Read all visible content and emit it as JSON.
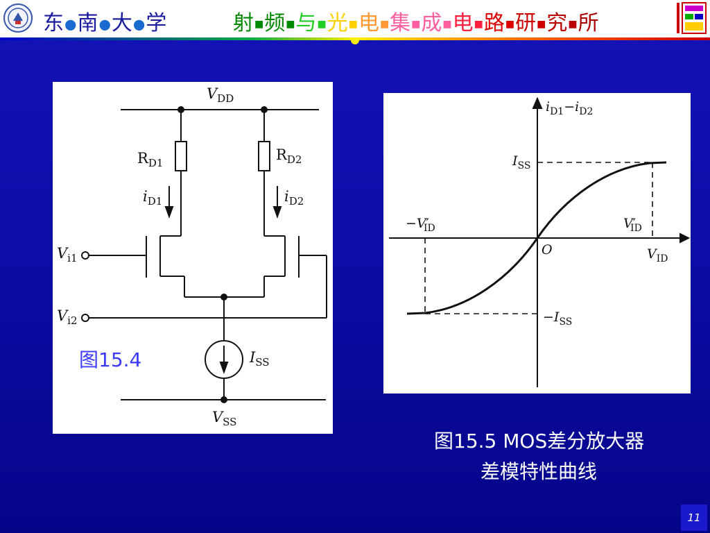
{
  "header": {
    "university_title": [
      "东",
      "南",
      "大",
      "学"
    ],
    "institute_title": [
      {
        "char": "射",
        "color": "#008800"
      },
      {
        "char": "频",
        "color": "#008800"
      },
      {
        "char": "与",
        "color": "#22cc22"
      },
      {
        "char": "光",
        "color": "#ffd000"
      },
      {
        "char": "电",
        "color": "#ff9933"
      },
      {
        "char": "集",
        "color": "#ff5fa0"
      },
      {
        "char": "成",
        "color": "#ff5fa0"
      },
      {
        "char": "电",
        "color": "#ff2040"
      },
      {
        "char": "路",
        "color": "#dd0000"
      },
      {
        "char": "研",
        "color": "#cc0000"
      },
      {
        "char": "究",
        "color": "#bb0000"
      },
      {
        "char": "所",
        "color": "#aa0000"
      }
    ],
    "logo_icon": "university-seal-icon",
    "corner_icon": "institute-logo-icon"
  },
  "circuit": {
    "vdd_label": "V",
    "vdd_sub": "DD",
    "rd1_label": "R",
    "rd1_sub": "D1",
    "rd2_label": "R",
    "rd2_sub": "D2",
    "id1_label": "i",
    "id1_sub": "D1",
    "id2_label": "i",
    "id2_sub": "D2",
    "vi1_label": "V",
    "vi1_sub": "i1",
    "vi2_label": "V",
    "vi2_sub": "i2",
    "iss_label": "I",
    "iss_sub": "SS",
    "vss_label": "V",
    "vss_sub": "SS"
  },
  "curve": {
    "y_axis_label": "i",
    "y_axis_sub1": "D1",
    "y_axis_minus": "−",
    "y_axis_label2": "i",
    "y_axis_sub2": "D2",
    "iss_pos_label": "I",
    "iss_pos_sub": "SS",
    "iss_neg_label": "−I",
    "iss_neg_sub": "SS",
    "vid_neg_label": "−V",
    "vid_neg_sub": "ID",
    "vid_pos_label": "V",
    "vid_pos_sub": "ID",
    "prime": "′",
    "origin_label": "O",
    "x_axis_label": "V",
    "x_axis_sub": "ID"
  },
  "captions": {
    "fig154": "图15.4",
    "fig155_line1": "图15.5 MOS差分放大器",
    "fig155_line2": "差模特性曲线"
  },
  "page_number": "11"
}
